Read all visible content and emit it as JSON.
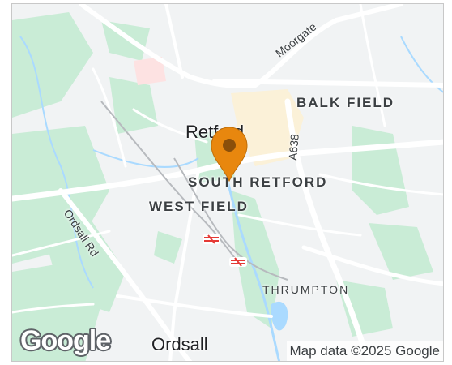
{
  "map": {
    "labels": {
      "moorgate": "Moorgate",
      "balk_field": "BALK FIELD",
      "retford": "Retford",
      "a638": "A638",
      "south_retford": "SOUTH RETFORD",
      "west_field": "WEST FIELD",
      "ordsall_rd": "Ordsall Rd",
      "thrumpton": "THRUMPTON",
      "ordsall": "Ordsall"
    },
    "logo": "Google",
    "attribution": "Map data ©2025 Google",
    "colors": {
      "land": "#f1f3f4",
      "park": "#c9ecd6",
      "water": "#aadaff",
      "road": "#ffffff",
      "town_centre": "#fbf1d8",
      "marker": "#e8870e",
      "marker_dot": "#8a4f0a",
      "rail_station": "#e53935"
    },
    "marker_icon": "map-pin-icon",
    "station_icon": "national-rail-icon"
  }
}
